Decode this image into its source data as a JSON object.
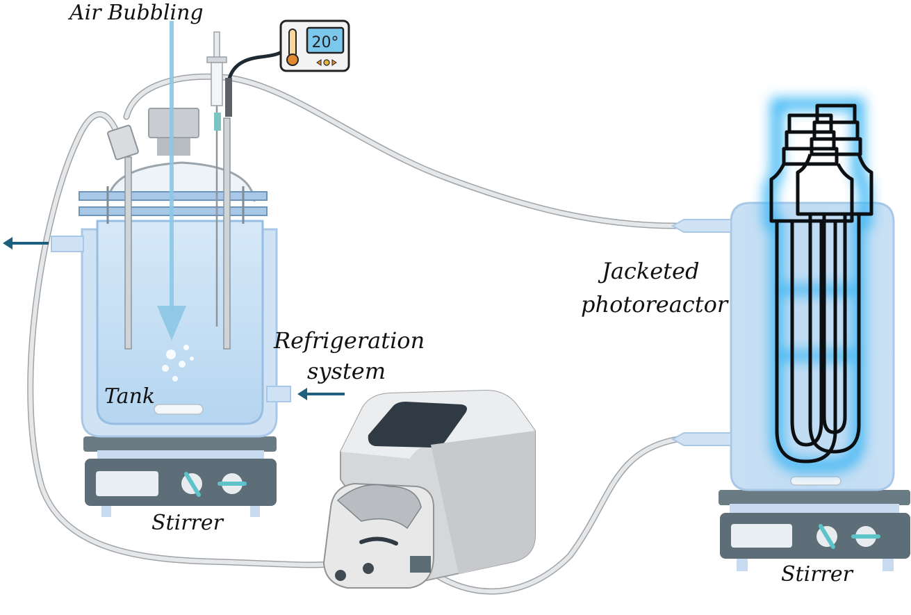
{
  "labels": {
    "air_bubbling": "Air Bubbling",
    "tank": "Tank",
    "refrigeration_line1": "Refrigeration",
    "refrigeration_line2": "system",
    "jacketed_line1": "Jacketed",
    "jacketed_line2": "photoreactor",
    "stirrer_left": "Stirrer",
    "stirrer_right": "Stirrer"
  },
  "thermostat": {
    "display": "20°"
  },
  "colors": {
    "glass": "#cfe3f5",
    "liquid": "#b9d8f2",
    "tube": "#d9dadc",
    "arrow": "#1c5f7e",
    "glow": "#39b6f3",
    "stirrer_base": "#5e6e78",
    "pump_body": "#e4e4e6"
  },
  "icons": [
    "thermometer-icon",
    "thermostat-display",
    "peristaltic-pump",
    "magnetic-stirrer",
    "uv-lamp"
  ]
}
